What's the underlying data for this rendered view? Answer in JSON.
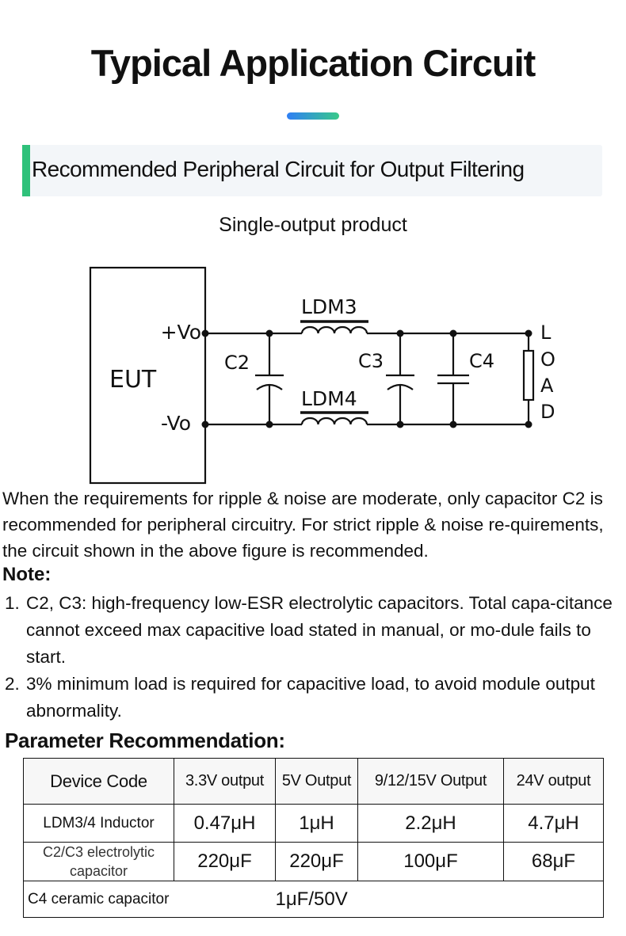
{
  "header": {
    "title": "Typical Application Circuit",
    "accent_colors": [
      "#2f7ff5",
      "#38c98a"
    ]
  },
  "section": {
    "title": "Recommended Peripheral Circuit for Output Filtering",
    "accent_color": "#2fc17a"
  },
  "circuit": {
    "subtitle": "Single-output product",
    "eut": "EUT",
    "plus_vo": "+Vo",
    "minus_vo": "-Vo",
    "c2": "C2",
    "c3": "C3",
    "c4": "C4",
    "ldm3": "LDM3",
    "ldm4": "LDM4",
    "load": [
      "L",
      "O",
      "A",
      "D"
    ]
  },
  "description": "When the requirements for ripple & noise are moderate, only capacitor C2 is recommended for peripheral circuitry. For strict ripple & noise re-quirements, the circuit shown in the above figure is recommended.",
  "note": {
    "heading": "Note:",
    "items": [
      {
        "num": "1.",
        "text": "C2, C3: high-frequency low-ESR electrolytic capacitors. Total capa-citance cannot exceed max capacitive load stated in manual, or mo-dule fails to start."
      },
      {
        "num": "2.",
        "text": "3% minimum load is required for capacitive load, to avoid module output abnormality."
      }
    ]
  },
  "params": {
    "heading": "Parameter Recommendation:",
    "header": [
      "Device Code",
      "3.3V output",
      "5V Output",
      "9/12/15V Output",
      "24V output"
    ],
    "rows": [
      {
        "label": "LDM3/4 Inductor",
        "values": [
          "0.47μH",
          "1μH",
          "2.2μH",
          "4.7μH"
        ]
      },
      {
        "label": "C2/C3 electrolytic capacitor",
        "values": [
          "220μF",
          "220μF",
          "100μF",
          "68μF"
        ]
      },
      {
        "label": "C4 ceramic capacitor",
        "value": "1μF/50V"
      }
    ]
  }
}
